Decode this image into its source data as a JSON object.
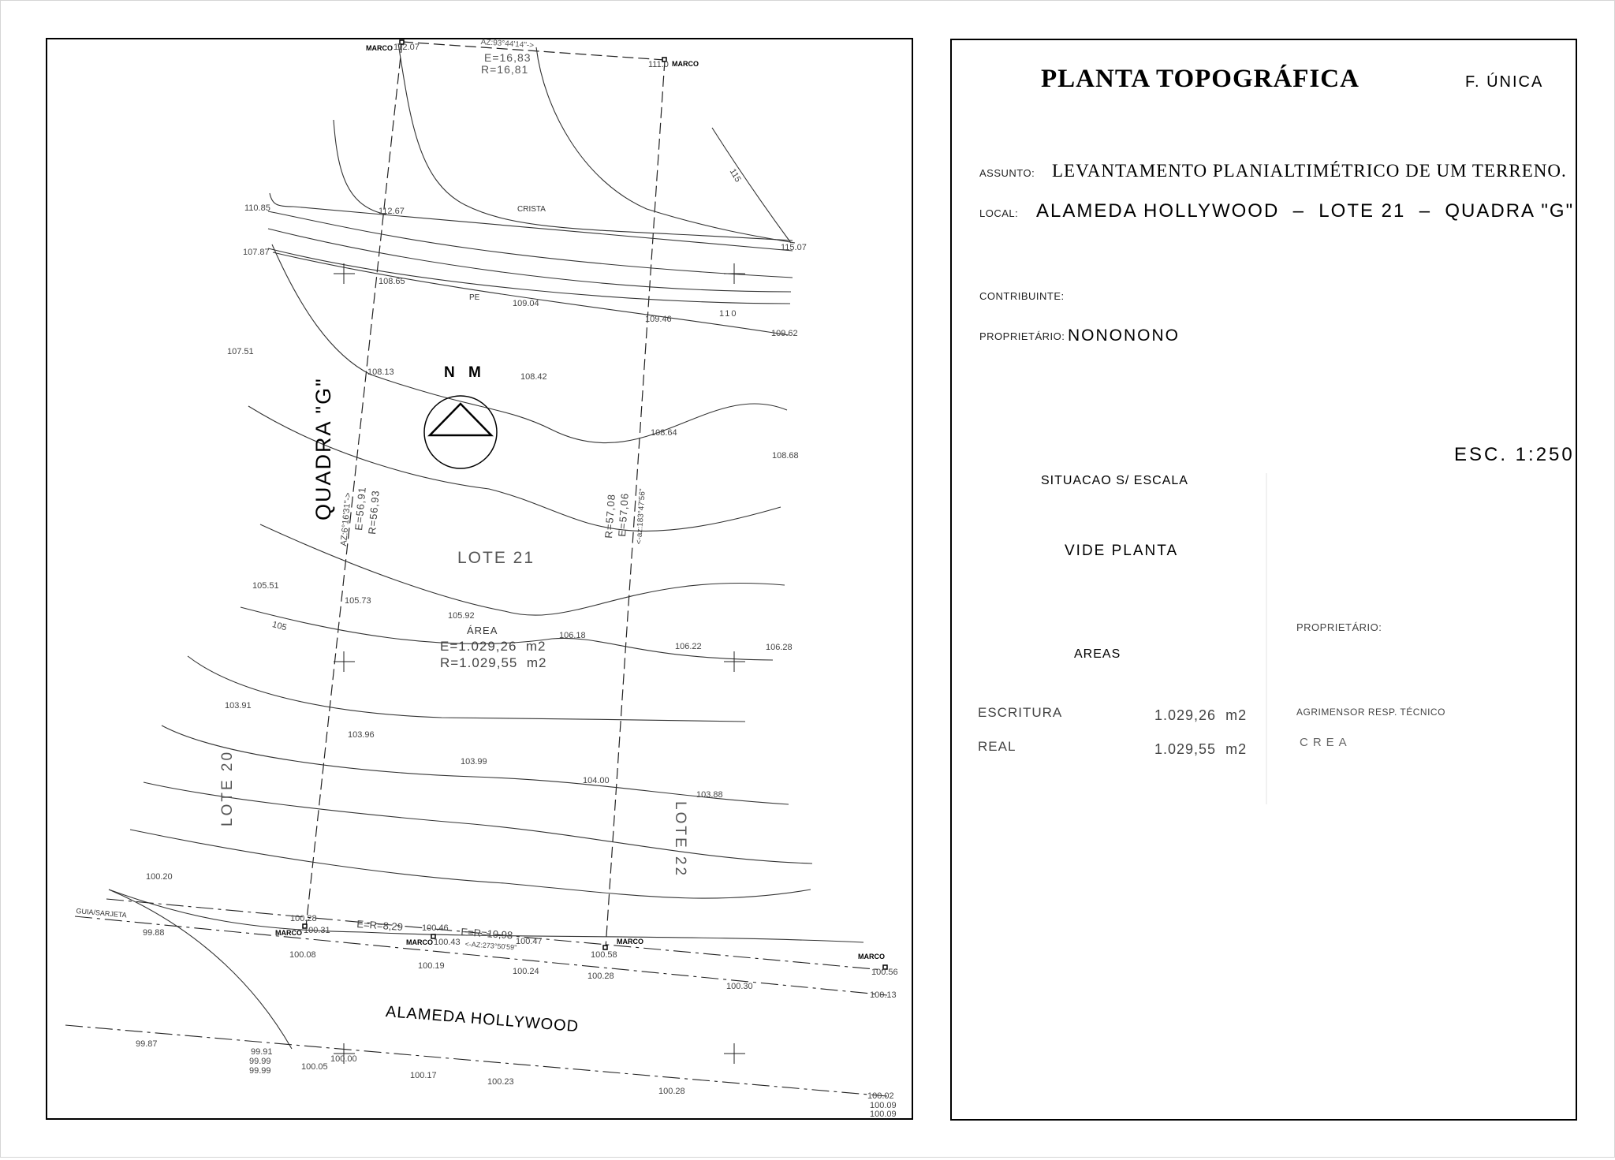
{
  "title_block": {
    "title": "PLANTA TOPOGRÁFICA",
    "sheet": "F. ÚNICA",
    "assunto_label": "ASSUNTO:",
    "assunto_value": "LEVANTAMENTO PLANIALTIMÉTRICO DE UM TERRENO.",
    "local_label": "LOCAL:",
    "local_value": "ALAMEDA HOLLYWOOD  –  LOTE 21  –  QUADRA \"G\"",
    "contribuinte_label": "CONTRIBUINTE:",
    "proprietario_label": "PROPRIETÁRIO:",
    "proprietario_value": "NONONONO",
    "escala": "ESC. 1:250",
    "situacao": "SITUACAO S/ ESCALA",
    "vide_planta": "VIDE PLANTA",
    "areas_heading": "AREAS",
    "escritura_label": "ESCRITURA",
    "escritura_value": "1.029,26  m2",
    "real_label": "REAL",
    "real_value": "1.029,55  m2",
    "proprietario_sig_label": "PROPRIETÁRIO:",
    "agrimensor_label": "AGRIMENSOR RESP. TÉCNICO",
    "crea_label": "CREA"
  },
  "plan": {
    "north": "N M",
    "quadra": "QUADRA \"G\"",
    "lote21": "LOTE 21",
    "lote20": "LOTE 20",
    "lote22": "LOTE 22",
    "street": "ALAMEDA HOLLYWOOD",
    "area_label": "ÁREA",
    "area_e": "E=1.029,26  m2",
    "area_r": "R=1.029,55  m2",
    "crista": "CRISTA",
    "pe": "PE",
    "guia": "GUIA/SARJETA",
    "top_az": "AZ:93°44'14\"->",
    "top_e": "E=16,83",
    "top_r": "R=16,81",
    "left_az": "AZ:6°16'31\"->",
    "left_e": "E=56,91",
    "left_r": "R=56,93",
    "right_r": "R=57,08",
    "right_e": "E=57,06",
    "right_az": "<-az:183°47'56\"",
    "front_er1": "E=R=8,29",
    "front_er2": "E=R=10,98",
    "front_az": "<-AZ:273°50'59\"",
    "contour_115": "115",
    "contour_110": "110",
    "contour_105": "105",
    "marco": "MARCO",
    "elevations": [
      "112.07",
      "111.0",
      "110.85",
      "112.67",
      "115.07",
      "107.87",
      "108.65",
      "109.04",
      "109.46",
      "109.62",
      "107.51",
      "108.13",
      "108.42",
      "108.64",
      "108.68",
      "105.51",
      "105.73",
      "105.92",
      "106.18",
      "106.22",
      "106.28",
      "103.91",
      "103.96",
      "103.99",
      "104.00",
      "103.88",
      "100.20",
      "100.28",
      "100.31",
      "100.46",
      "100.43",
      "100.47",
      "100.58",
      "99.88",
      "100.08",
      "100.19",
      "100.24",
      "100.28",
      "100.30",
      "100.56",
      "100.13",
      "99.87",
      "99.91",
      "99.99",
      "99.99",
      "100.00",
      "100.05",
      "100.17",
      "100.23",
      "100.28",
      "100.02",
      "100.09",
      "100.09"
    ]
  }
}
